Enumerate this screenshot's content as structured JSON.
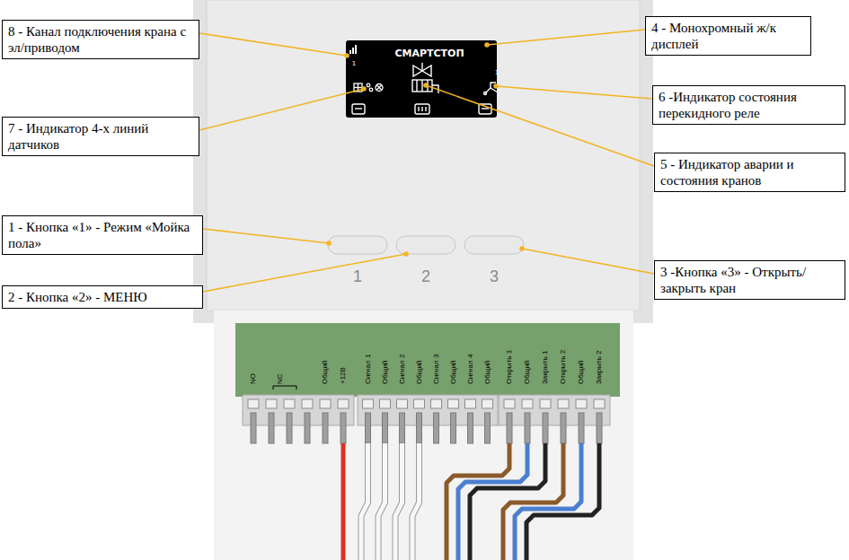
{
  "diagram": {
    "nodes": [
      {
        "text": [
          "8 - Канал подключения крана с эл/приводом"
        ]
      },
      {
        "text": [
          "4 - Монохромный ж/к дисплей"
        ]
      },
      {
        "text": [
          "6 -Индикатор состояния перекидного реле"
        ]
      },
      {
        "text": [
          "7 - Индикатор 4-х линий датчиков"
        ]
      },
      {
        "text": [
          "5 - Индикатор аварии и состояния кранов"
        ]
      },
      {
        "text": [
          "1 - Кнопка «1» - Режим «Мойка пола»"
        ]
      },
      {
        "text": [
          "3 -Кнопка «3» - Открыть/закрыть кран"
        ]
      },
      {
        "text": [
          "2 - Кнопка «2» - МЕНЮ"
        ]
      }
    ],
    "labels": [
      "1",
      "СМАРТСТОП",
      "1",
      "1",
      "2",
      "3",
      "NO",
      "NC",
      "Общий",
      "+12В",
      "Сигнал 1",
      "Общий",
      "Сигнал 2",
      "Общий",
      "Сигнал 3",
      "Общий",
      "Сигнал 4",
      "Общий",
      "Открыть 1",
      "Общий",
      "Закрыть 1",
      "Открыть 2",
      "Общий",
      "Закрыть 2"
    ]
  }
}
